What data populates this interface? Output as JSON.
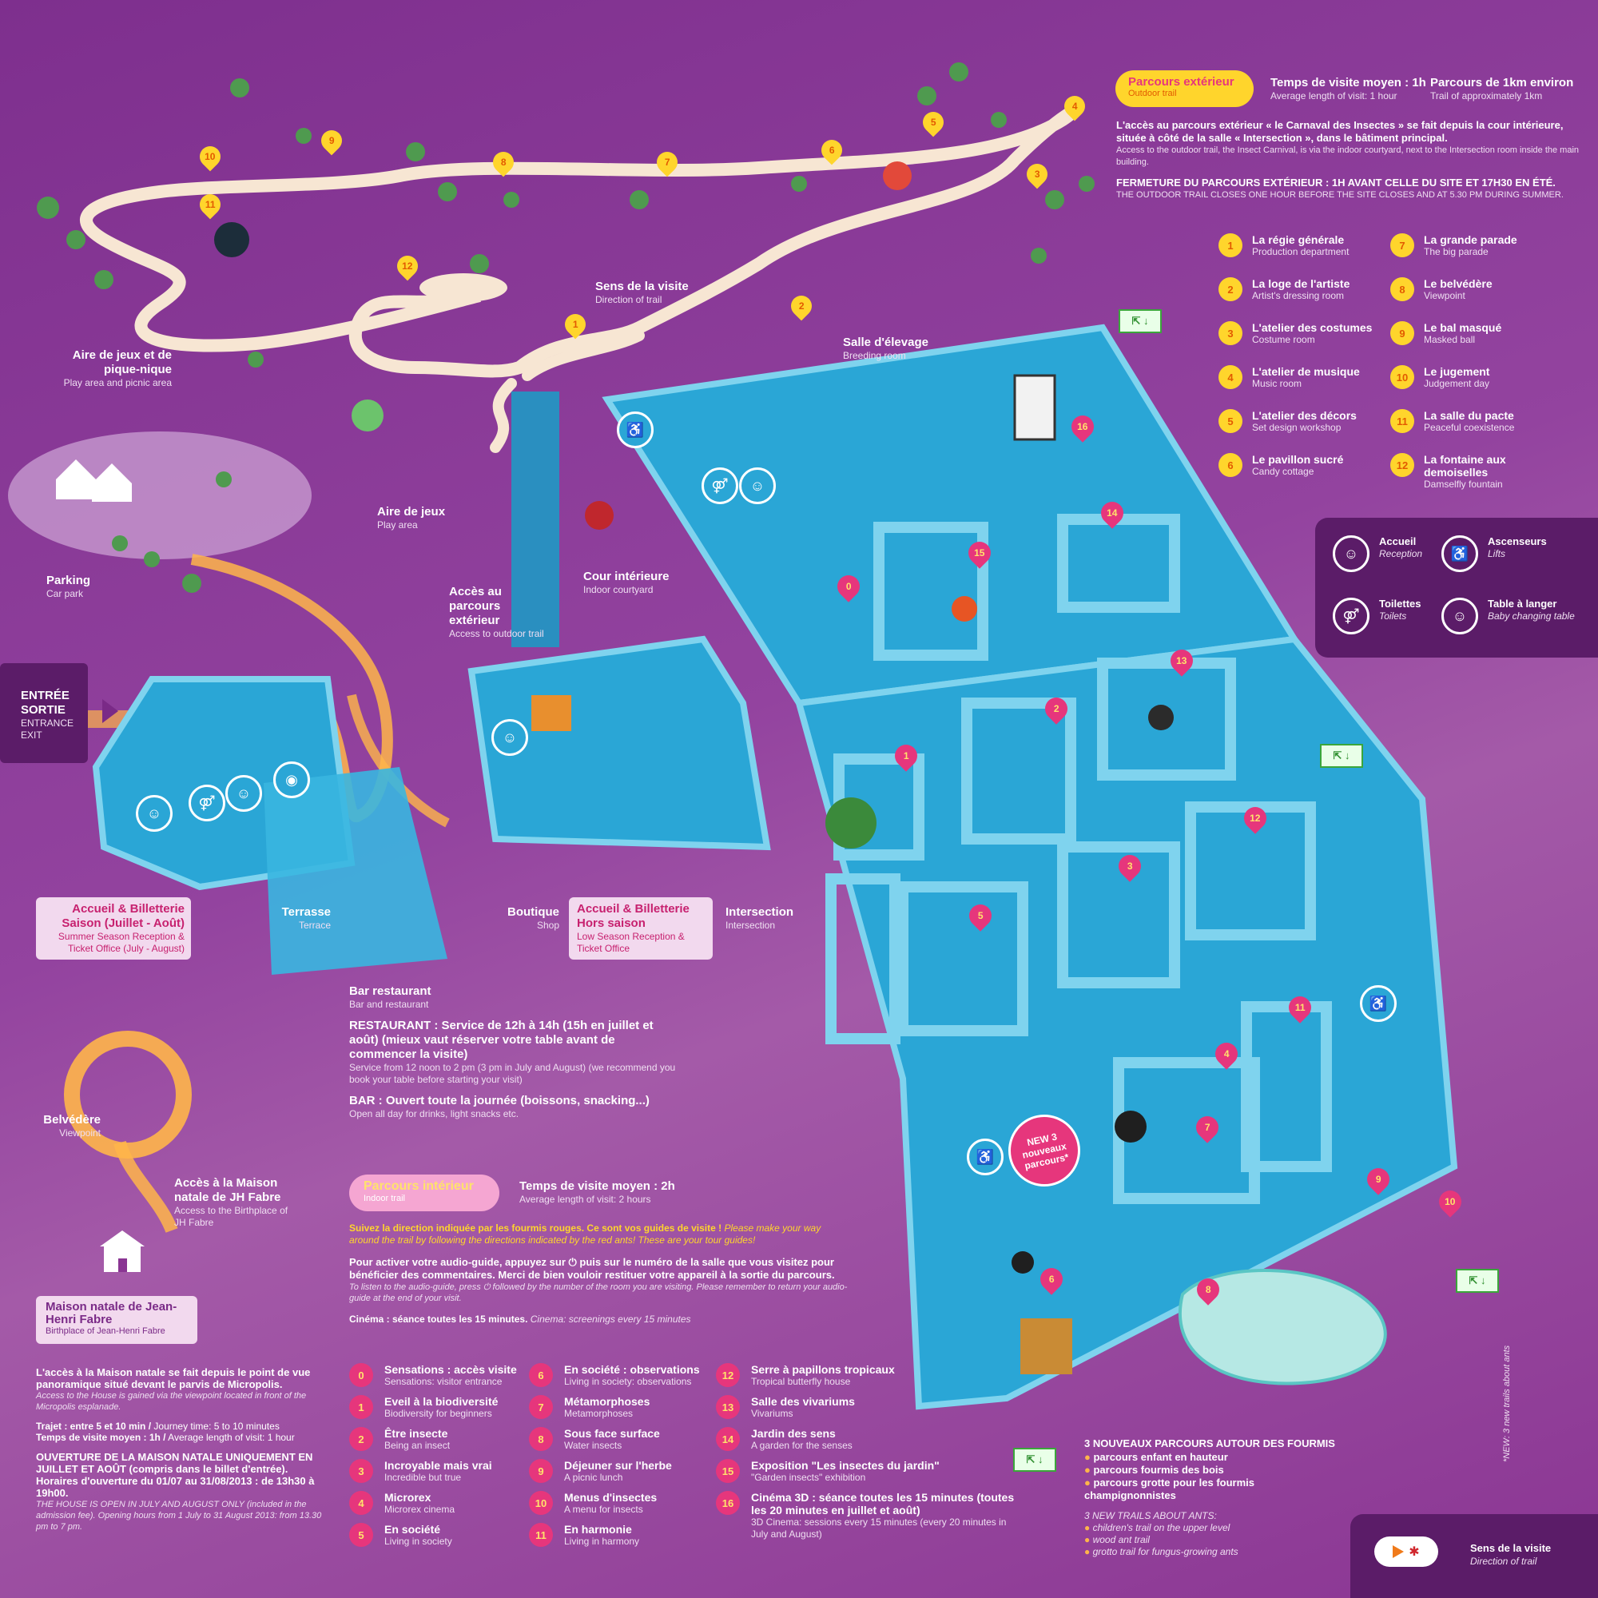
{
  "colors": {
    "background": "#8a3593",
    "room": "#2aa6d6",
    "wall": "#7fd3ee",
    "trail": "#ffb54a",
    "accent_yellow": "#ffd52c",
    "accent_pink": "#e6367c"
  },
  "outdoor": {
    "title": "Parcours extérieur",
    "title_en": "Outdoor trail",
    "duration": "Temps de visite moyen : 1h",
    "duration_en": "Average length of visit: 1 hour",
    "length": "Parcours de 1km environ",
    "length_en": "Trail of approximately 1km",
    "access_fr": "L'accès au parcours extérieur « le Carnaval des Insectes » se fait depuis la cour intérieure, située à côté de la salle « Intersection », dans le bâtiment principal.",
    "access_en": "Access to the outdoor trail, the Insect Carnival, is via the indoor courtyard, next to the Intersection room inside the main building.",
    "closing_fr": "FERMETURE DU PARCOURS EXTÉRIEUR : 1H AVANT CELLE DU SITE ET 17H30 EN ÉTÉ.",
    "closing_en": "THE OUTDOOR TRAIL CLOSES ONE HOUR BEFORE THE SITE CLOSES AND AT 5.30 PM DURING SUMMER.",
    "stops": [
      {
        "n": "1",
        "fr": "La régie générale",
        "en": "Production department"
      },
      {
        "n": "2",
        "fr": "La loge de l'artiste",
        "en": "Artist's dressing room"
      },
      {
        "n": "3",
        "fr": "L'atelier des costumes",
        "en": "Costume room"
      },
      {
        "n": "4",
        "fr": "L'atelier de musique",
        "en": "Music room"
      },
      {
        "n": "5",
        "fr": "L'atelier des décors",
        "en": "Set design workshop"
      },
      {
        "n": "6",
        "fr": "Le pavillon sucré",
        "en": "Candy cottage"
      },
      {
        "n": "7",
        "fr": "La grande parade",
        "en": "The big parade"
      },
      {
        "n": "8",
        "fr": "Le belvédère",
        "en": "Viewpoint"
      },
      {
        "n": "9",
        "fr": "Le bal masqué",
        "en": "Masked ball"
      },
      {
        "n": "10",
        "fr": "Le jugement",
        "en": "Judgement day"
      },
      {
        "n": "11",
        "fr": "La salle du pacte",
        "en": "Peaceful coexistence"
      },
      {
        "n": "12",
        "fr": "La fontaine aux demoiselles",
        "en": "Damselfly fountain"
      }
    ],
    "trail_badges": [
      "1",
      "2",
      "3",
      "4",
      "5",
      "6",
      "7",
      "8",
      "9",
      "10",
      "11",
      "12"
    ]
  },
  "services": [
    {
      "icon": "reception-icon",
      "fr": "Accueil",
      "en": "Reception"
    },
    {
      "icon": "lift-icon",
      "fr": "Ascenseurs",
      "en": "Lifts"
    },
    {
      "icon": "toilets-icon",
      "fr": "Toilettes",
      "en": "Toilets"
    },
    {
      "icon": "baby-changing-icon",
      "fr": "Table à langer",
      "en": "Baby changing table"
    }
  ],
  "map_labels": {
    "direction": {
      "fr": "Sens de la visite",
      "en": "Direction of trail"
    },
    "breeding": {
      "fr": "Salle d'élevage",
      "en": "Breeding room"
    },
    "play_picnic": {
      "fr": "Aire de jeux et de pique-nique",
      "en": "Play area and picnic area"
    },
    "play": {
      "fr": "Aire de jeux",
      "en": "Play area"
    },
    "parking": {
      "fr": "Parking",
      "en": "Car park"
    },
    "courtyard": {
      "fr": "Cour intérieure",
      "en": "Indoor courtyard"
    },
    "access_outdoor": {
      "fr": "Accès au parcours extérieur",
      "en": "Access to outdoor trail"
    },
    "entrance": {
      "fr": "ENTRÉE SORTIE",
      "en": "ENTRANCE EXIT"
    },
    "reception_summer": {
      "fr": "Accueil & Billetterie Saison (Juillet - Août)",
      "en": "Summer Season Reception & Ticket Office (July - August)"
    },
    "terrace": {
      "fr": "Terrasse",
      "en": "Terrace"
    },
    "shop": {
      "fr": "Boutique",
      "en": "Shop"
    },
    "reception_low": {
      "fr": "Accueil & Billetterie Hors saison",
      "en": "Low Season Reception & Ticket Office"
    },
    "intersection": {
      "fr": "Intersection",
      "en": "Intersection"
    },
    "belvedere": {
      "fr": "Belvédère",
      "en": "Viewpoint"
    },
    "birthplace_access": {
      "fr": "Accès à la Maison natale de JH Fabre",
      "en": "Access to the Birthplace of JH Fabre"
    },
    "new_badge": "NEW 3 nouveaux parcours*",
    "side_note": "*NEW: 3 new trails about ants"
  },
  "restaurant": {
    "title": "Bar restaurant",
    "title_en": "Bar and restaurant",
    "rest_fr": "RESTAURANT : Service de 12h à 14h (15h en juillet et août) (mieux vaut réserver votre table avant de commencer la visite)",
    "rest_en": "Service from 12 noon to 2 pm (3 pm in July and August) (we recommend you book your table before starting your visit)",
    "bar_fr": "BAR : Ouvert toute la journée (boissons, snacking...)",
    "bar_en": "Open all day for drinks, light snacks etc."
  },
  "indoor": {
    "title": "Parcours intérieur",
    "title_en": "Indoor trail",
    "duration": "Temps de visite moyen : 2h",
    "duration_en": "Average length of visit: 2 hours",
    "ants_fr": "Suivez la direction indiquée par les fourmis rouges. Ce sont vos guides de visite !",
    "ants_en": "Please make your way around the trail by following the directions indicated by the red ants! These are your tour guides!",
    "audio_fr": "Pour activer votre audio-guide, appuyez sur ⏻ puis sur le numéro de la salle que vous visitez pour bénéficier des commentaires. Merci de bien vouloir restituer votre appareil à la sortie du parcours.",
    "audio_en": "To listen to the audio-guide, press ⏻ followed by the number of the room you are visiting. Please remember to return your audio-guide at the end of your visit.",
    "cinema": "Cinéma : séance toutes les 15 minutes.",
    "cinema_en": "Cinema: screenings every 15 minutes",
    "rooms": [
      {
        "n": "0",
        "fr": "Sensations : accès visite",
        "en": "Sensations: visitor entrance"
      },
      {
        "n": "1",
        "fr": "Eveil à la biodiversité",
        "en": "Biodiversity for beginners"
      },
      {
        "n": "2",
        "fr": "Être insecte",
        "en": "Being an insect"
      },
      {
        "n": "3",
        "fr": "Incroyable mais vrai",
        "en": "Incredible but true"
      },
      {
        "n": "4",
        "fr": "Microrex",
        "en": "Microrex cinema"
      },
      {
        "n": "5",
        "fr": "En société",
        "en": "Living in society"
      },
      {
        "n": "6",
        "fr": "En société : observations",
        "en": "Living in society: observations"
      },
      {
        "n": "7",
        "fr": "Métamorphoses",
        "en": "Metamorphoses"
      },
      {
        "n": "8",
        "fr": "Sous face surface",
        "en": "Water insects"
      },
      {
        "n": "9",
        "fr": "Déjeuner sur l'herbe",
        "en": "A picnic lunch"
      },
      {
        "n": "10",
        "fr": "Menus d'insectes",
        "en": "A menu for insects"
      },
      {
        "n": "11",
        "fr": "En harmonie",
        "en": "Living in harmony"
      },
      {
        "n": "12",
        "fr": "Serre à papillons tropicaux",
        "en": "Tropical butterfly house"
      },
      {
        "n": "13",
        "fr": "Salle des vivariums",
        "en": "Vivariums"
      },
      {
        "n": "14",
        "fr": "Jardin des sens",
        "en": "A garden for the senses"
      },
      {
        "n": "15",
        "fr": "Exposition \"Les insectes du jardin\"",
        "en": "\"Garden insects\" exhibition"
      },
      {
        "n": "16",
        "fr": "Cinéma 3D : séance toutes les 15 minutes (toutes les 20 minutes en juillet et août)",
        "en": "3D Cinema: sessions every 15 minutes (every 20 minutes in July and August)"
      }
    ]
  },
  "birthplace": {
    "title": "Maison natale de Jean-Henri Fabre",
    "title_en": "Birthplace of Jean-Henri Fabre",
    "access_fr": "L'accès à la Maison natale se fait depuis le point de vue panoramique situé devant le parvis de Micropolis.",
    "access_en": "Access to the House is gained via the viewpoint located in front of the Micropolis esplanade.",
    "journey": "Trajet : entre 5 et 10 min /",
    "journey_en": "Journey time: 5 to 10 minutes",
    "visit": "Temps de visite moyen : 1h /",
    "visit_en": "Average length of visit: 1 hour",
    "opening_fr": "OUVERTURE DE LA MAISON NATALE UNIQUEMENT EN JUILLET ET AOÛT (compris dans le billet d'entrée). Horaires d'ouverture du 01/07 au 31/08/2013 : de 13h30 à 19h00.",
    "opening_en": "THE HOUSE IS OPEN IN JULY AND AUGUST ONLY (included in the admission fee). Opening hours from 1 July to 31 August 2013: from 13.30 pm to 7 pm."
  },
  "new_trails": {
    "title_fr": "3 NOUVEAUX PARCOURS AUTOUR DES FOURMIS",
    "items_fr": [
      "parcours enfant en hauteur",
      "parcours fourmis des bois",
      "parcours grotte pour les fourmis champignonnistes"
    ],
    "title_en": "3 NEW TRAILS ABOUT ANTS:",
    "items_en": [
      "children's trail on the upper level",
      "wood ant trail",
      "grotto trail for fungus-growing ants"
    ]
  },
  "direction_legend": {
    "fr": "Sens de la visite",
    "en": "Direction of trail"
  },
  "map_badges_indoor": [
    "0",
    "1",
    "2",
    "3",
    "4",
    "5",
    "6",
    "7",
    "8",
    "9",
    "10",
    "11",
    "12",
    "13",
    "14",
    "15",
    "16"
  ]
}
